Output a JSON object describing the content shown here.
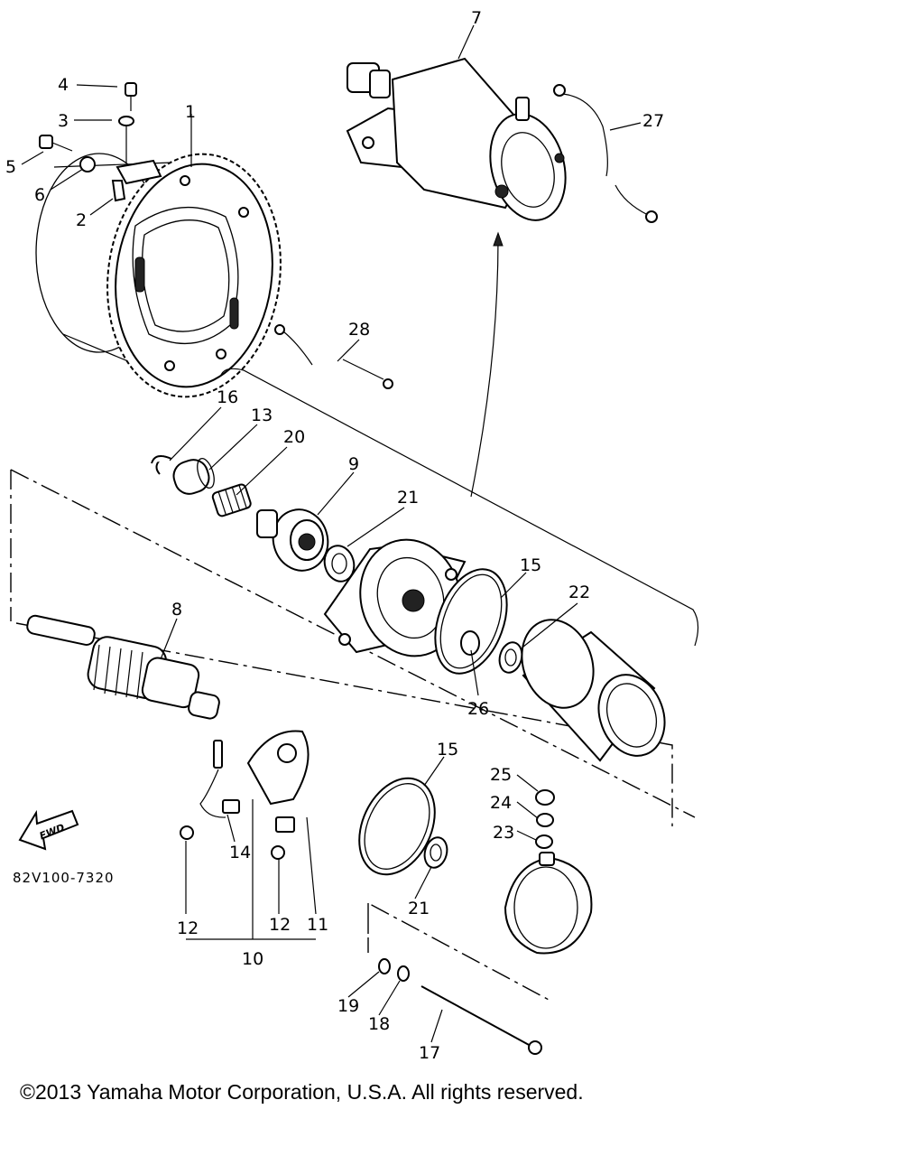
{
  "diagram": {
    "drawing_code": "82V100-7320",
    "fwd_label": "FWD",
    "copyright": "©2013 Yamaha Motor Corporation, U.S.A. All rights reserved.",
    "callouts": [
      "1",
      "2",
      "3",
      "4",
      "5",
      "6",
      "7",
      "8",
      "9",
      "10",
      "11",
      "12",
      "12",
      "13",
      "14",
      "15",
      "15",
      "16",
      "17",
      "18",
      "19",
      "20",
      "21",
      "21",
      "22",
      "23",
      "24",
      "25",
      "26",
      "27",
      "28"
    ]
  }
}
